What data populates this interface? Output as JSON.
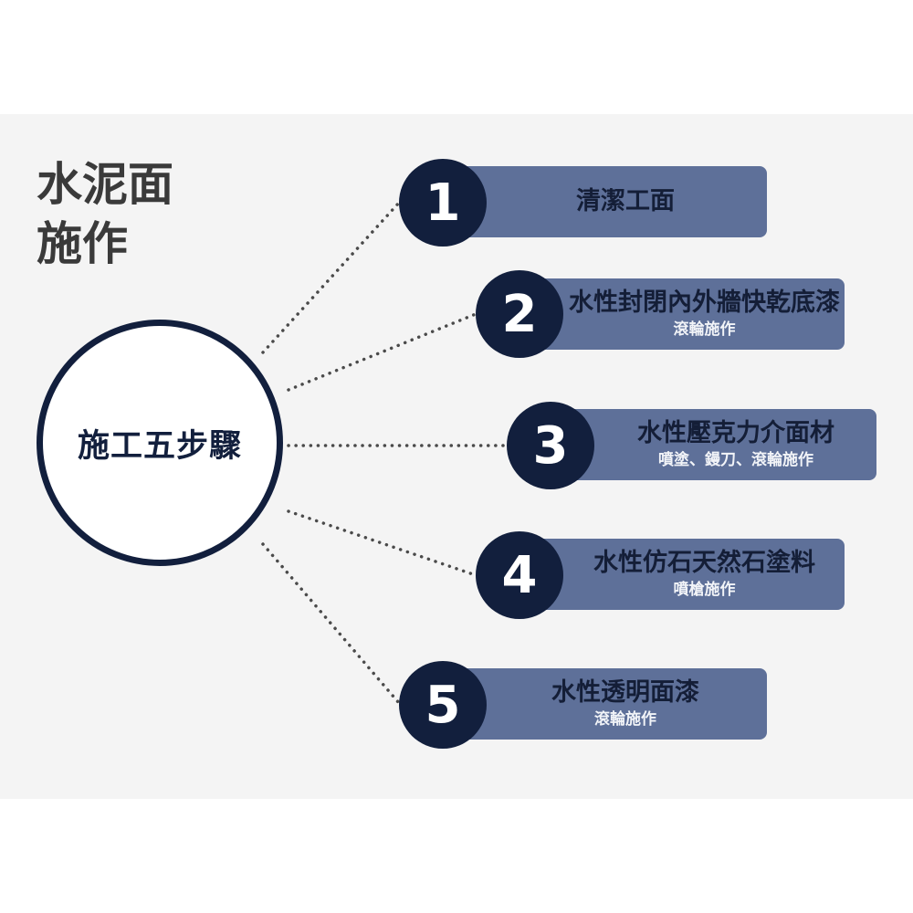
{
  "title": {
    "line1": "水泥面",
    "line2": "施作"
  },
  "hub": {
    "label": "施工五步驟"
  },
  "steps": [
    {
      "number": "1",
      "title": "清潔工面",
      "subtitle": ""
    },
    {
      "number": "2",
      "title": "水性封閉內外牆快乾底漆",
      "subtitle": "滾輪施作"
    },
    {
      "number": "3",
      "title": "水性壓克力介面材",
      "subtitle": "噴塗、鏝刀、滾輪施作"
    },
    {
      "number": "4",
      "title": "水性仿石天然石塗料",
      "subtitle": "噴槍施作"
    },
    {
      "number": "5",
      "title": "水性透明面漆",
      "subtitle": "滾輪施作"
    }
  ],
  "colors": {
    "navy": "#121f3d",
    "bar": "#5e7099",
    "background": "#f4f4f4",
    "connector": "#4a4a4a"
  }
}
